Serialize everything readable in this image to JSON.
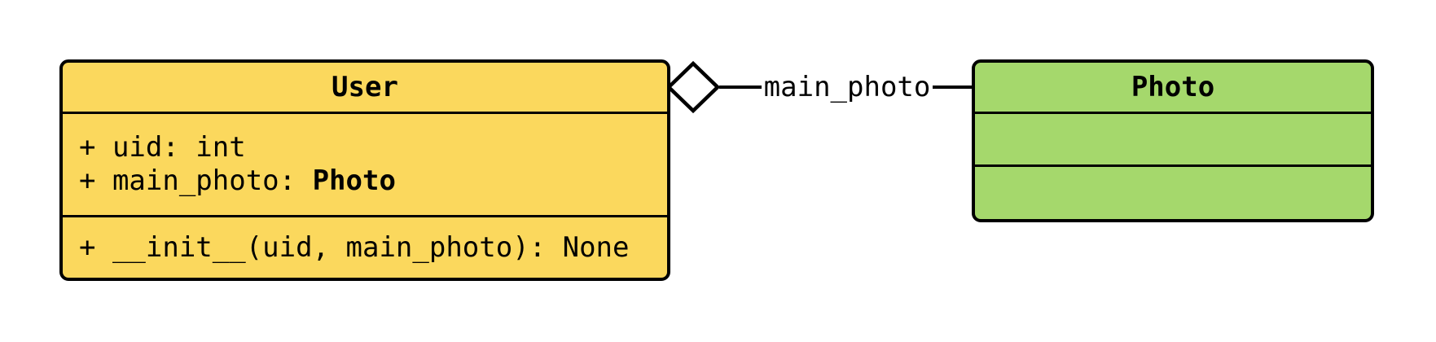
{
  "classes": [
    {
      "name": "User",
      "fill": "#FBD85D",
      "attributes": [
        {
          "text": "+ uid: int"
        },
        {
          "prefix": "+ main_photo: ",
          "ref": "Photo"
        }
      ],
      "methods": [
        "+ __init__(uid, main_photo): None"
      ]
    },
    {
      "name": "Photo",
      "fill": "#A5D86C",
      "attributes": [],
      "methods": []
    }
  ],
  "relationship": {
    "label": "main_photo",
    "diamond": "aggregation",
    "diamond_fill": "#FFFFFF"
  },
  "colors": {
    "background": "#FFFFFF",
    "border": "#000000",
    "text": "#000000"
  }
}
